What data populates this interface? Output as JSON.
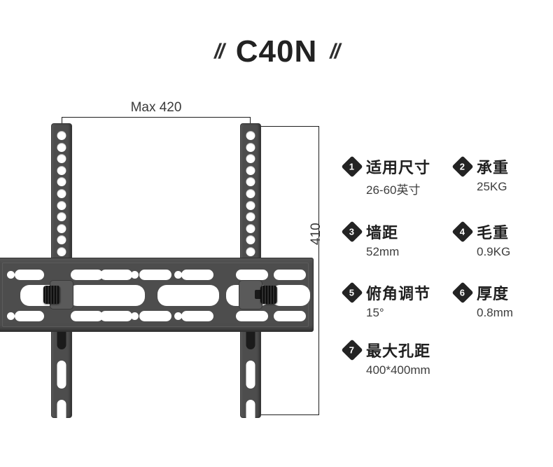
{
  "title": {
    "left_slash": "//",
    "model": "C40N",
    "right_slash": "//"
  },
  "diagram": {
    "width_dimension": "Max 420",
    "height_dimension": "410"
  },
  "specs": [
    {
      "num": "1",
      "label": "适用尺寸",
      "value": "26-60英寸"
    },
    {
      "num": "2",
      "label": "承重",
      "value": "25KG"
    },
    {
      "num": "3",
      "label": "墙距",
      "value": "52mm"
    },
    {
      "num": "4",
      "label": "毛重",
      "value": "0.9KG"
    },
    {
      "num": "5",
      "label": "俯角调节",
      "value": "15°"
    },
    {
      "num": "6",
      "label": "厚度",
      "value": "0.8mm"
    },
    {
      "num": "7",
      "label": "最大孔距",
      "value": "400*400mm"
    }
  ],
  "colors": {
    "metal": "#4d4d4d",
    "metal_dark": "#3a3a3a",
    "knob": "#141414",
    "text": "#1f1f1f",
    "line": "#1e1e1e"
  }
}
